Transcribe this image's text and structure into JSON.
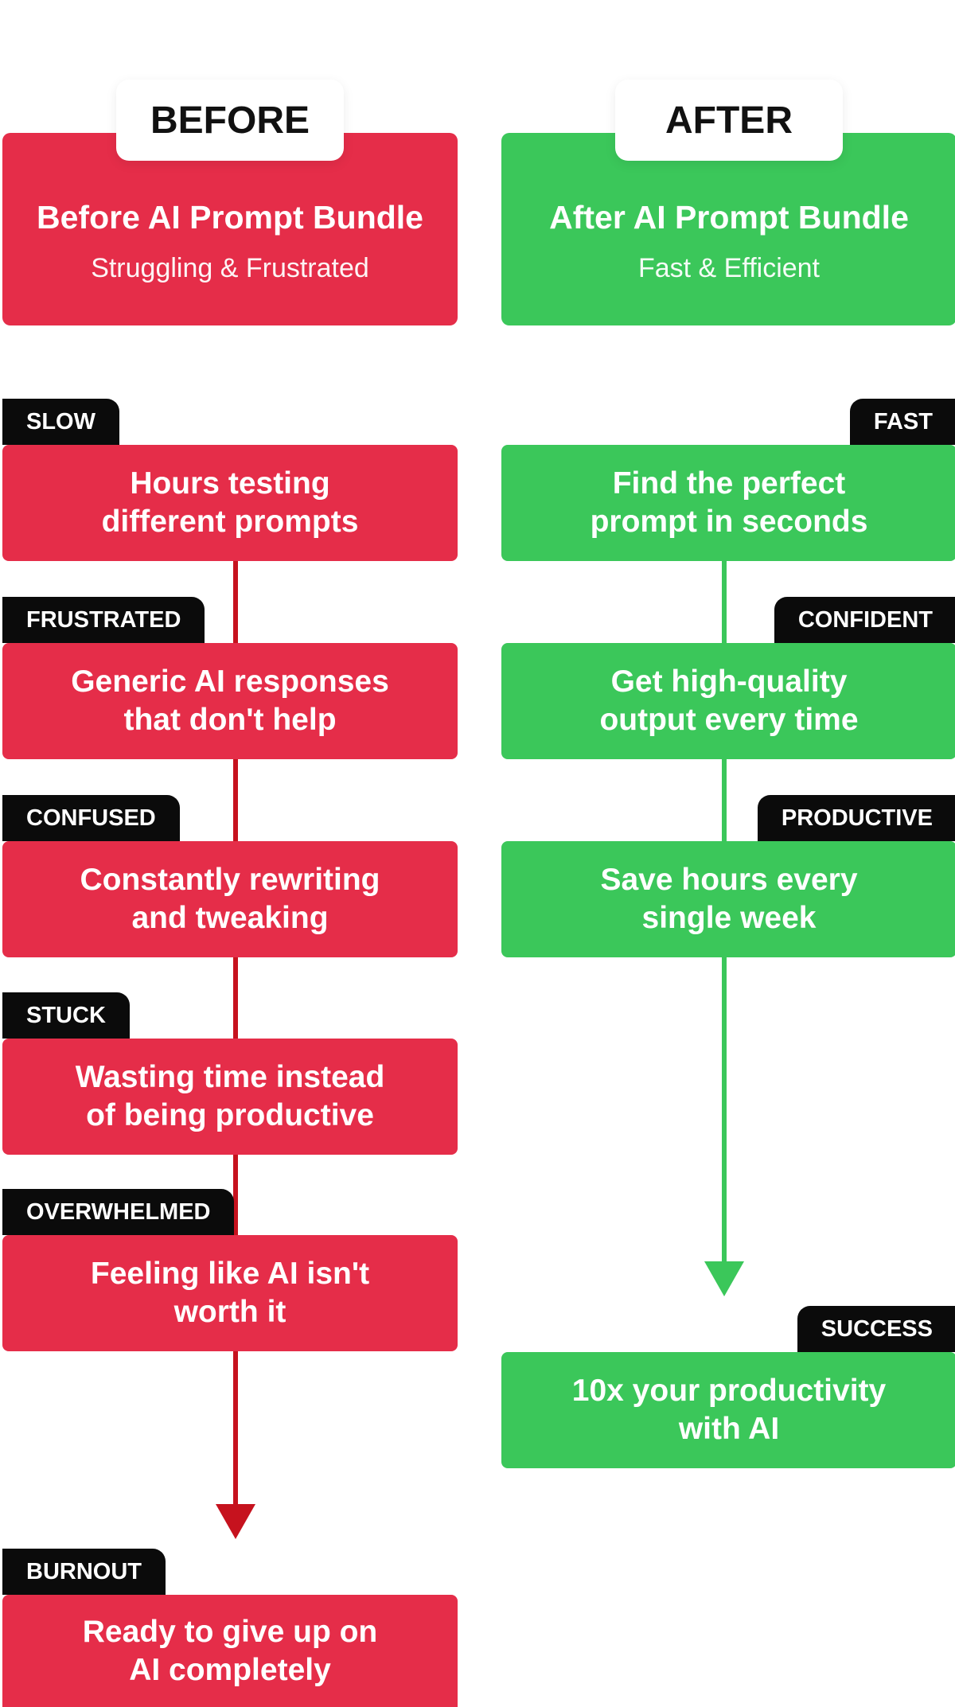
{
  "before": {
    "header_tab": "BEFORE",
    "title": "Before AI Prompt Bundle",
    "subtitle": "Struggling & Frustrated",
    "color": "#e52d49",
    "line_color": "#c6121e",
    "steps": [
      {
        "tag": "SLOW",
        "text": "Hours testing\ndifferent prompts"
      },
      {
        "tag": "FRUSTRATED",
        "text": "Generic AI responses\nthat don't help"
      },
      {
        "tag": "CONFUSED",
        "text": "Constantly rewriting\nand tweaking"
      },
      {
        "tag": "STUCK",
        "text": "Wasting time instead\nof being productive"
      },
      {
        "tag": "OVERWHELMED",
        "text": "Feeling like AI isn't\nworth it"
      }
    ],
    "final": {
      "tag": "BURNOUT",
      "text": "Ready to give up on\nAI completely"
    }
  },
  "after": {
    "header_tab": "AFTER",
    "title": "After AI Prompt Bundle",
    "subtitle": "Fast & Efficient",
    "color": "#3bc75a",
    "line_color": "#3bc75a",
    "steps": [
      {
        "tag": "FAST",
        "text": "Find the perfect\nprompt in seconds"
      },
      {
        "tag": "CONFIDENT",
        "text": "Get high-quality\noutput every time"
      },
      {
        "tag": "PRODUCTIVE",
        "text": "Save hours every\nsingle week"
      }
    ],
    "final": {
      "tag": "SUCCESS",
      "text": "10x your productivity\nwith AI"
    }
  }
}
